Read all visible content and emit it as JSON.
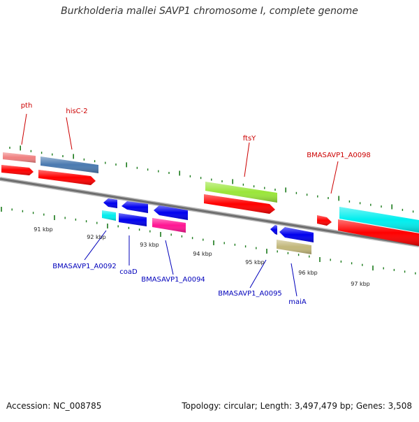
{
  "map": {
    "title": "Burkholderia mallei SAVP1 chromosome I, complete genome",
    "accession_text": "Accession: NC_008785",
    "summary_text": "Topology: circular; Length: 3,497,479 bp; Genes: 3,508"
  },
  "colors": {
    "backbone": "#777777",
    "tick": "#1a7a1a",
    "forward_label": "#cc0000",
    "reverse_label": "#0000bb",
    "ruler_label": "#222222",
    "cds_forward": "#ff0000",
    "cds_reverse": "#0000ee",
    "trna": "#f08080",
    "steelblue": "#4a7ab0",
    "lime": "#9ae63a",
    "cyan": "#00eeee",
    "magenta": "#ff1493",
    "khaki": "#c2b77a"
  },
  "ruler_labels": [
    {
      "text": "91 kbp"
    },
    {
      "text": "92 kbp"
    },
    {
      "text": "93 kbp"
    },
    {
      "text": "94 kbp"
    },
    {
      "text": "95 kbp"
    },
    {
      "text": "96 kbp"
    },
    {
      "text": "97 kbp"
    }
  ],
  "gene_labels": {
    "pth": "pth",
    "hisC2": "hisC-2",
    "ftsY": "ftsY",
    "a0098": "BMASAVP1_A0098",
    "a0092": "BMASAVP1_A0092",
    "coaD": "coaD",
    "a0094": "BMASAVP1_A0094",
    "a0095": "BMASAVP1_A0095",
    "maiA": "maiA"
  }
}
